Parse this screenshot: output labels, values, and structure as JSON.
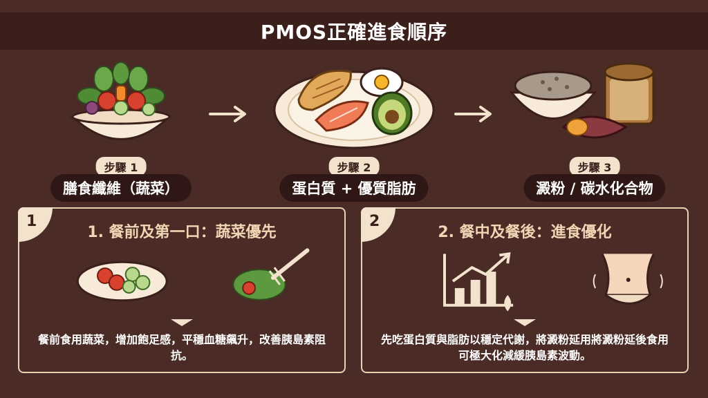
{
  "title": "PMOS正確進食順序",
  "steps": [
    {
      "badge": "步驟 1",
      "label": "膳食纖維（蔬菜）",
      "icon": "salad-bowl-icon"
    },
    {
      "badge": "步驟 2",
      "label": "蛋白質 + 優質脂肪",
      "icon": "protein-plate-icon"
    },
    {
      "badge": "步驟 3",
      "label": "澱粉 / 碳水化合物",
      "icon": "carbs-icon"
    }
  ],
  "panels": [
    {
      "number": "1",
      "title": "1. 餐前及第一口：蔬菜優先",
      "text": "餐前食用蔬菜，增加飽足感，平穩血糖飆升，改善胰島素阻抗。"
    },
    {
      "number": "2",
      "title": "2. 餐中及餐後：進食優化",
      "text": "先吃蛋白質與脂肪以穩定代謝，將澱粉延用將澱粉延後食用可極大化減緩胰島素波動。"
    }
  ],
  "colors": {
    "background": "#4a2b26",
    "title_bar": "#3a1f1b",
    "accent_cream": "#f3e3cc",
    "panel_border": "#e9d2b4"
  }
}
